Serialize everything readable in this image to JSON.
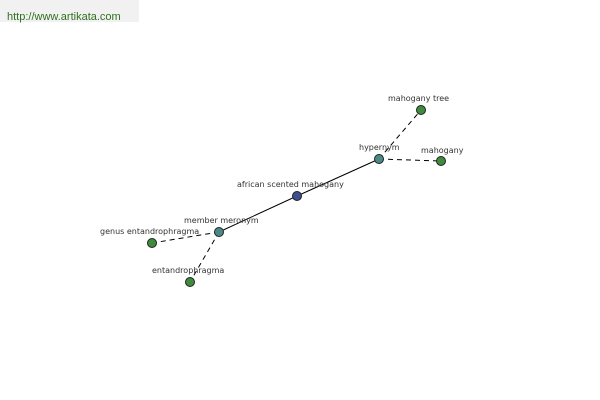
{
  "header": {
    "url_text": "http://www.artikata.com"
  },
  "colors": {
    "central_node": "#3d4f8c",
    "relation_node": "#4a8a86",
    "term_node": "#3f8a3c",
    "link_text": "#2f6f20"
  },
  "graph": {
    "nodes": [
      {
        "id": "african-scented-mahogany",
        "label": "african scented mahogany",
        "kind": "central"
      },
      {
        "id": "hypernym",
        "label": "hypernym",
        "kind": "relation"
      },
      {
        "id": "member-meronym",
        "label": "member meronym",
        "kind": "relation"
      },
      {
        "id": "mahogany-tree",
        "label": "mahogany tree",
        "kind": "term"
      },
      {
        "id": "mahogany",
        "label": "mahogany",
        "kind": "term"
      },
      {
        "id": "genus-entandrophragma",
        "label": "genus entandrophragma",
        "kind": "term"
      },
      {
        "id": "entandrophragma",
        "label": "entandrophragma",
        "kind": "term"
      }
    ],
    "edges": [
      {
        "from": "african-scented-mahogany",
        "to": "hypernym",
        "style": "solid"
      },
      {
        "from": "african-scented-mahogany",
        "to": "member-meronym",
        "style": "solid"
      },
      {
        "from": "hypernym",
        "to": "mahogany-tree",
        "style": "dashed"
      },
      {
        "from": "hypernym",
        "to": "mahogany",
        "style": "dashed"
      },
      {
        "from": "member-meronym",
        "to": "genus-entandrophragma",
        "style": "dashed"
      },
      {
        "from": "member-meronym",
        "to": "entandrophragma",
        "style": "dashed"
      }
    ]
  }
}
